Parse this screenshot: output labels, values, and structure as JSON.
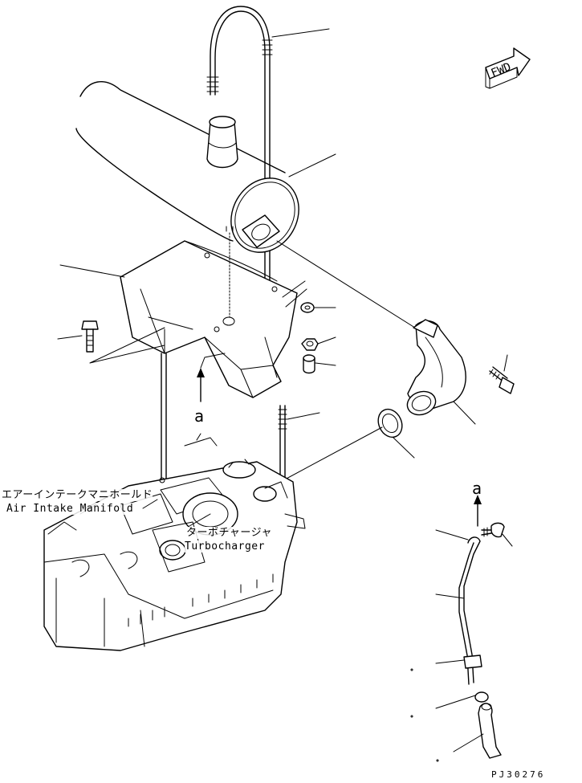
{
  "labels": {
    "manifold_jp": "エアーインテークマニホールド",
    "manifold_en": "Air Intake Manifold",
    "turbo_jp": "ターボチャージャ",
    "turbo_en": "Turbocharger",
    "ref_a": "a",
    "fwd": "FWD"
  },
  "drawing_code": "PJ30276"
}
